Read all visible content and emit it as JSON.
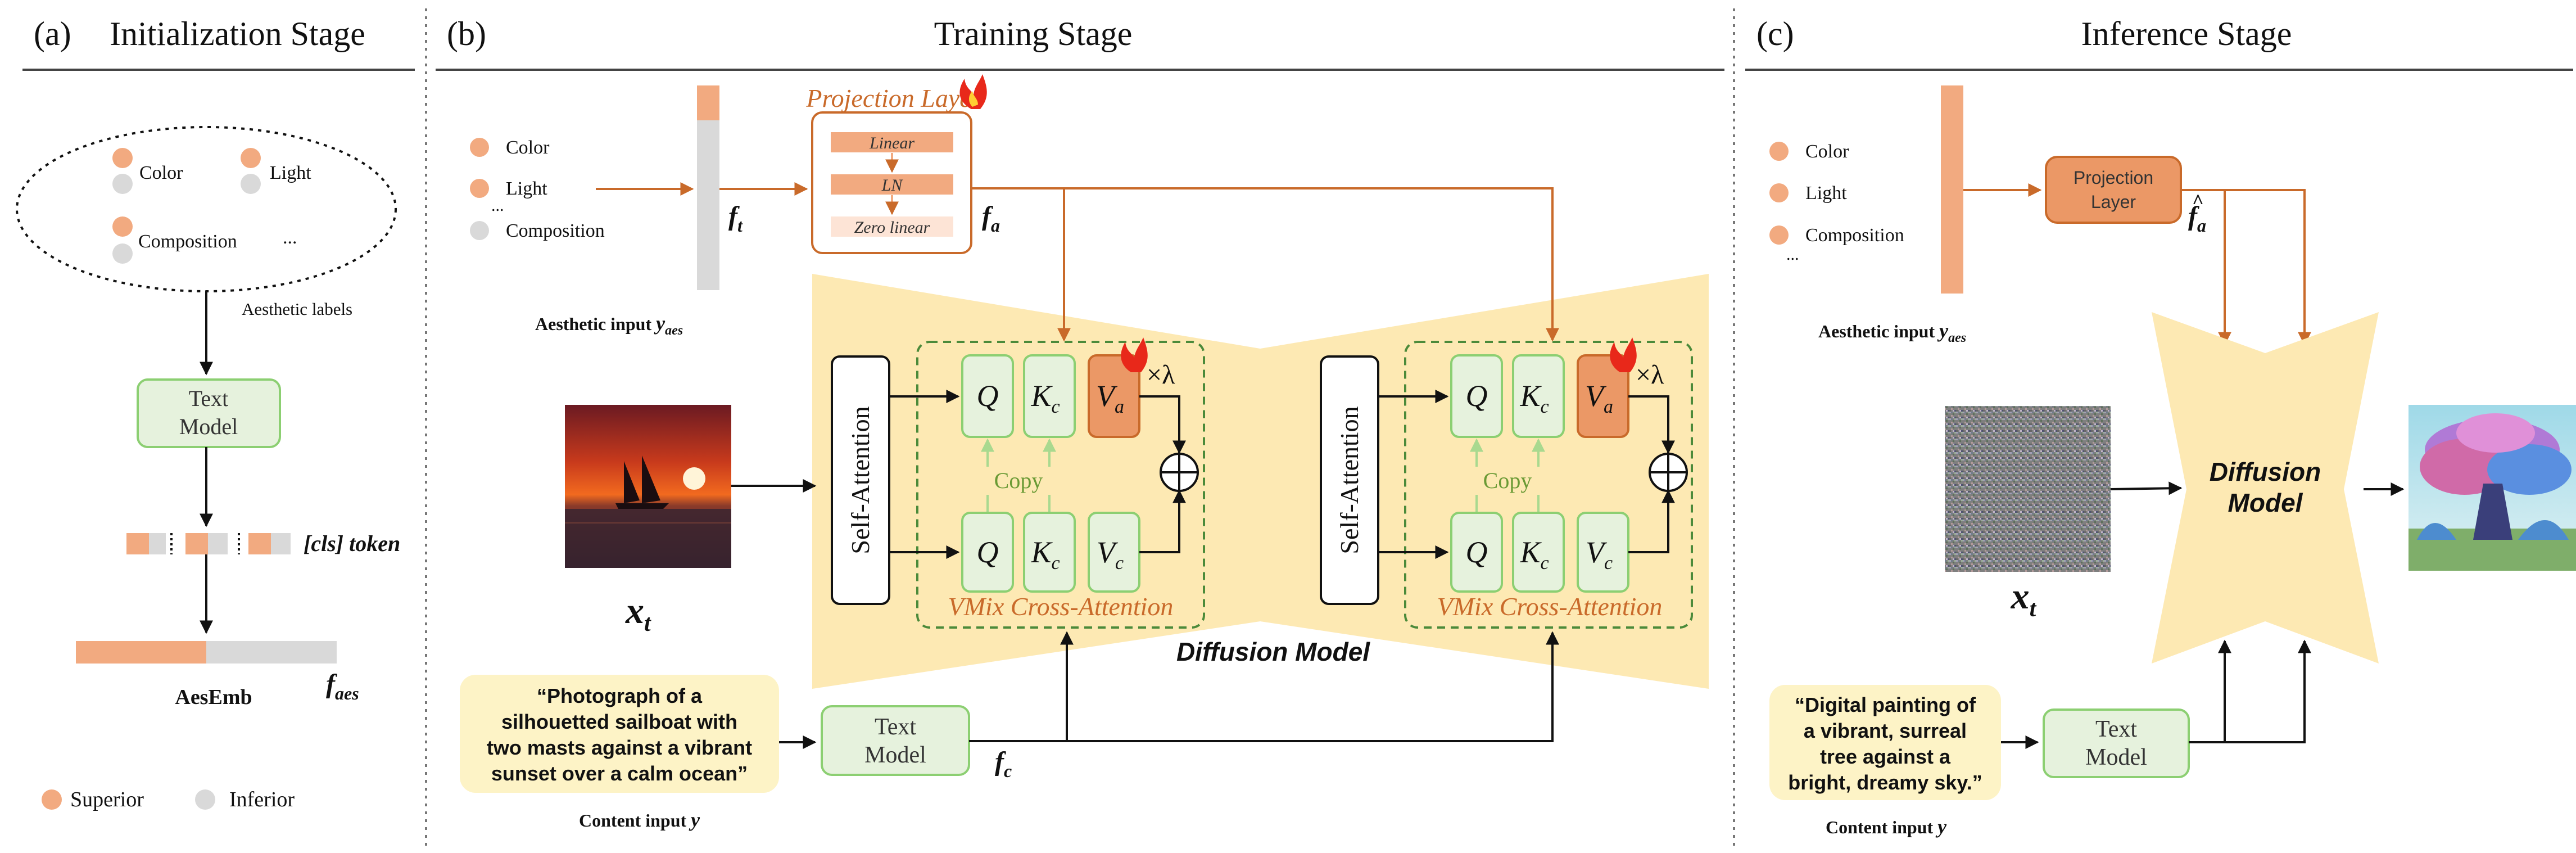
{
  "colors": {
    "orange": "#c96a2a",
    "orange_fill": "#f2aa80",
    "orange_fill_dark": "#eb9866",
    "green_stroke": "#8ccf72",
    "green_fill": "#e6f2dd",
    "green_dash": "#4b8a3a",
    "yellow": "#fde9b3",
    "gray_fill": "#d9d9d9",
    "copy_text": "#6a9a35"
  },
  "panel_a": {
    "tag": "(a)",
    "title": "Initialization Stage",
    "labels": [
      "Color",
      "Light",
      "Composition",
      "..."
    ],
    "aesthetic_labels": "Aesthetic labels",
    "text_model": [
      "Text",
      "Model"
    ],
    "cls_token": "[cls] token",
    "aesemb": "AesEmb",
    "f_aes_main": "f",
    "f_aes_sub": "aes",
    "legend_superior": "Superior",
    "legend_inferior": "Inferior"
  },
  "panel_b": {
    "tag": "(b)",
    "title": "Training Stage",
    "labels": [
      "Color",
      "Light",
      "...",
      "Composition"
    ],
    "aesthetic_input_text": "Aesthetic input ",
    "aesthetic_input_var": "y",
    "aesthetic_input_sub": "aes",
    "f_t_main": "f",
    "f_t_sub": "t",
    "projection_title": "Projection Layer",
    "proj_layers": [
      "Linear",
      "LN",
      "Zero linear"
    ],
    "f_a_main": "f",
    "f_a_sub": "a",
    "x_t_main": "x",
    "x_t_sub": "t",
    "self_attention": "Self-Attention",
    "q_label": "Q",
    "k_label": "K",
    "k_sub": "c",
    "va_label": "V",
    "va_sub": "a",
    "vc_label": "V",
    "vc_sub": "c",
    "times_lambda": "×λ",
    "copy": "Copy",
    "vmix": "VMix Cross-Attention",
    "diffusion_model": "Diffusion Model",
    "prompt": [
      "“Photograph of a",
      "silhouetted sailboat with",
      "two masts against a vibrant",
      "sunset over a calm ocean”"
    ],
    "text_model": [
      "Text",
      "Model"
    ],
    "f_c_main": "f",
    "f_c_sub": "c",
    "content_input_text": "Content input ",
    "content_input_var": "y"
  },
  "panel_c": {
    "tag": "(c)",
    "title": "Inference Stage",
    "labels": [
      "Color",
      "Light",
      "Composition",
      "..."
    ],
    "aesthetic_input_text": "Aesthetic input ",
    "aesthetic_input_var": "y",
    "aesthetic_input_sub": "aes",
    "projection": [
      "Projection",
      "Layer"
    ],
    "f_a_main": "f",
    "f_a_sub": "a",
    "x_t_main": "x",
    "x_t_sub": "t",
    "diffusion_model": [
      "Diffusion",
      "Model"
    ],
    "prompt": [
      "“Digital painting of",
      "a vibrant, surreal",
      "tree against a",
      "bright, dreamy sky.”"
    ],
    "text_model": [
      "Text",
      "Model"
    ],
    "content_input_text": "Content input ",
    "content_input_var": "y"
  }
}
